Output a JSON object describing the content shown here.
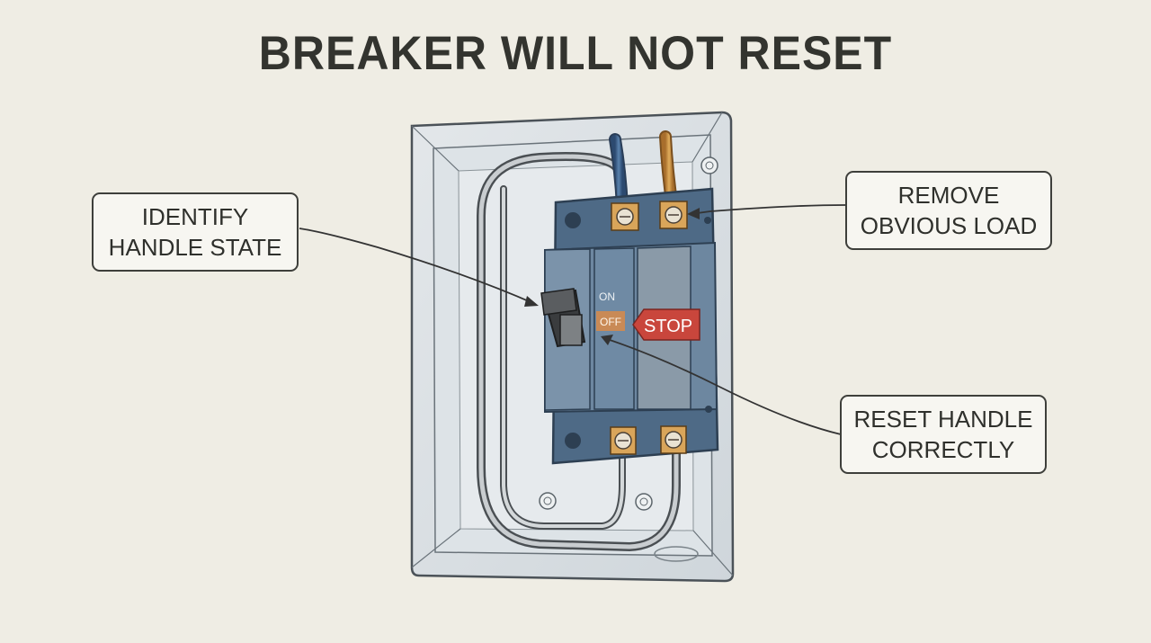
{
  "title": "BREAKER WILL NOT RESET",
  "callouts": {
    "identify": "IDENTIFY\nHANDLE STATE",
    "remove_load": "REMOVE\nOBVIOUS LOAD",
    "reset": "RESET HANDLE\nCORRECTLY"
  },
  "breaker": {
    "on_label": "ON",
    "off_label": "OFF",
    "stop_label": "STOP"
  },
  "colors": {
    "background": "#efede4",
    "breaker_body": "#6d87a0",
    "stop_sign": "#c9463c",
    "off_tag": "#c98a56",
    "copper_wire": "#c8903f",
    "blue_wire": "#3d5f88"
  }
}
